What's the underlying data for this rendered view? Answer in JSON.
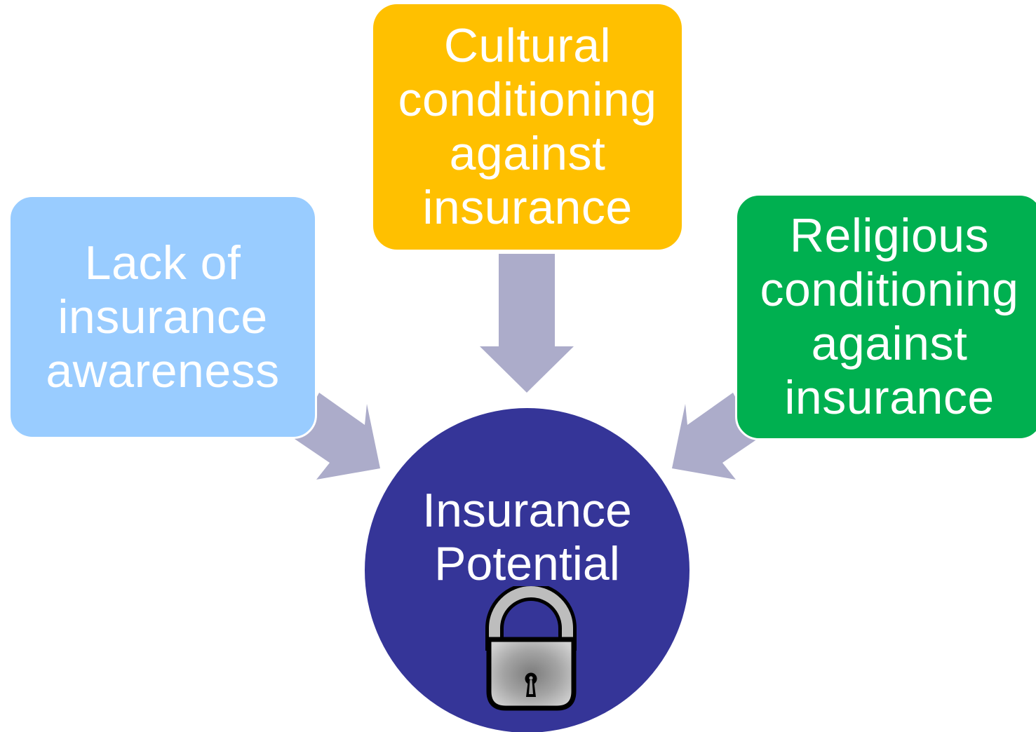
{
  "diagram": {
    "factors": [
      {
        "id": "awareness",
        "lines": [
          "Lack of",
          "insurance",
          "awareness"
        ],
        "color": "#99ccff"
      },
      {
        "id": "cultural",
        "lines": [
          "Cultural",
          "conditioning",
          "against",
          "insurance"
        ],
        "color": "#ffc000"
      },
      {
        "id": "religious",
        "lines": [
          "Religious",
          "conditioning",
          "against",
          "insurance"
        ],
        "color": "#00b050"
      }
    ],
    "center": {
      "lines": [
        "Insurance",
        "Potential"
      ],
      "color": "#353598",
      "icon": "padlock-icon"
    },
    "arrow_color": "#acacca"
  }
}
